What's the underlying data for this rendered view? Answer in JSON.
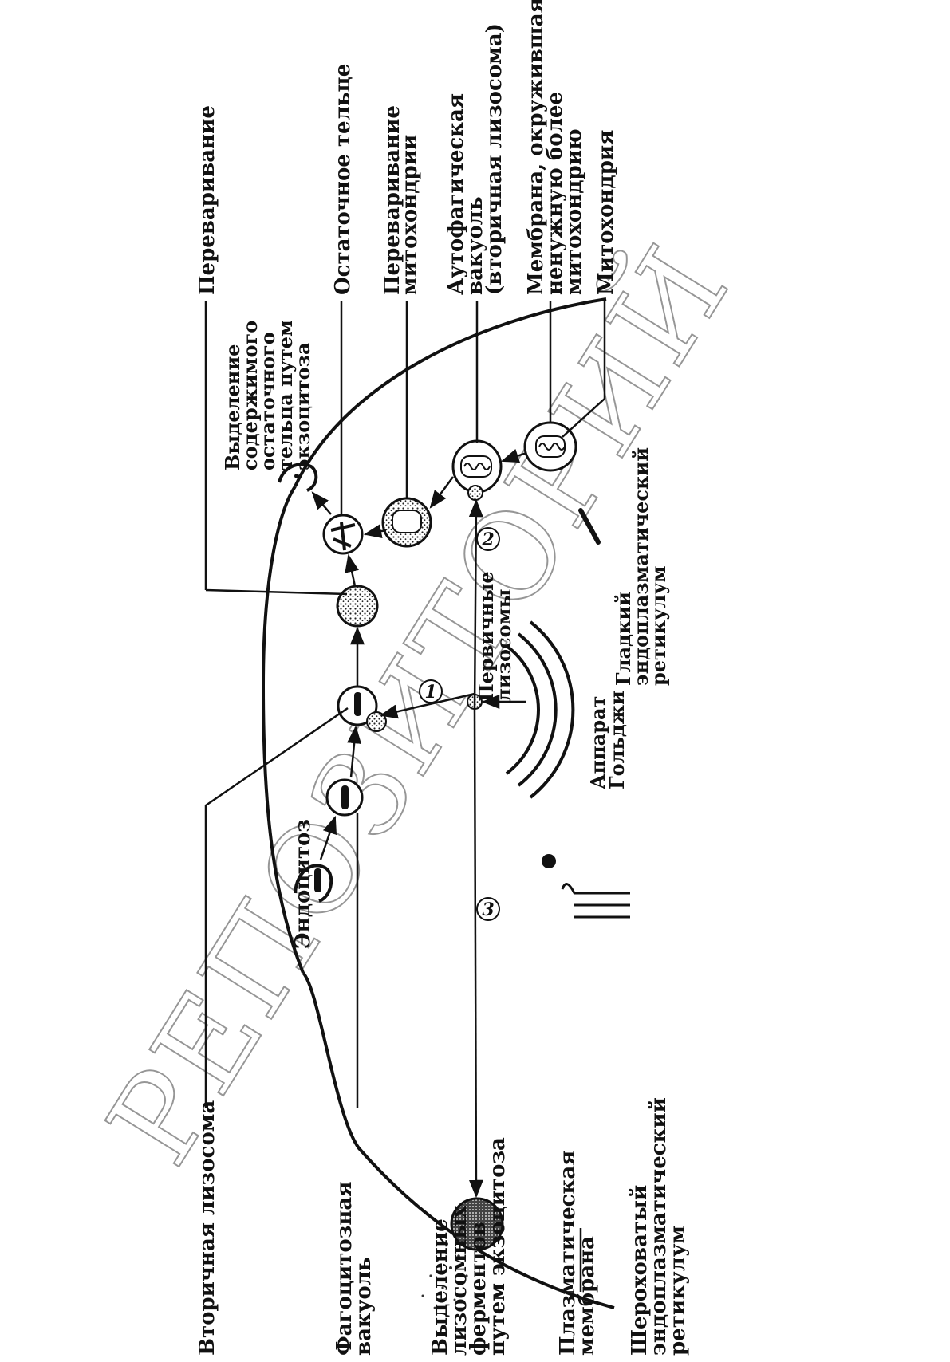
{
  "labels": {
    "digestion": "Переваривание",
    "residual_body": "Остаточное тельце",
    "mito_digestion": [
      "Переваривание",
      "митохондрии"
    ],
    "autophagic_vacuole": [
      "Аутофагическая",
      "вакуоль",
      "(вторичная лизосома)"
    ],
    "membrane_around_mito": [
      "Мембрана, окружившая",
      "ненужную более",
      "митохондрию"
    ],
    "mitochondrion": "Митохондрия",
    "release_residual": [
      "Выделение",
      "содержимого",
      "остаточного",
      "тельца путем",
      "экзоцитоза"
    ],
    "smooth_er": [
      "Гладкий",
      "эндоплазматический",
      "ретикулум"
    ],
    "primary_lysosomes": [
      "Первичные",
      "лизосомы"
    ],
    "golgi": [
      "Аппарат",
      "Гольджи"
    ],
    "secondary_lysosome": "Вторичная лизосома",
    "endocytosis": "Эндоцитоз",
    "phagocytic_vacuole": [
      "Фагоцитозная",
      "вакуоль"
    ],
    "enzyme_release": [
      "Выделение",
      "лизосомных",
      "ферментов",
      "путем экзоцитоза"
    ],
    "plasma_membrane": [
      "Плазматическая",
      "мембрана"
    ],
    "rough_er": [
      "Шероховатый",
      "эндоплазматический",
      "ретикулум"
    ]
  },
  "pathway_numbers": [
    "1",
    "2",
    "3"
  ],
  "watermark": "РЕПОЗИТОРИЙ"
}
